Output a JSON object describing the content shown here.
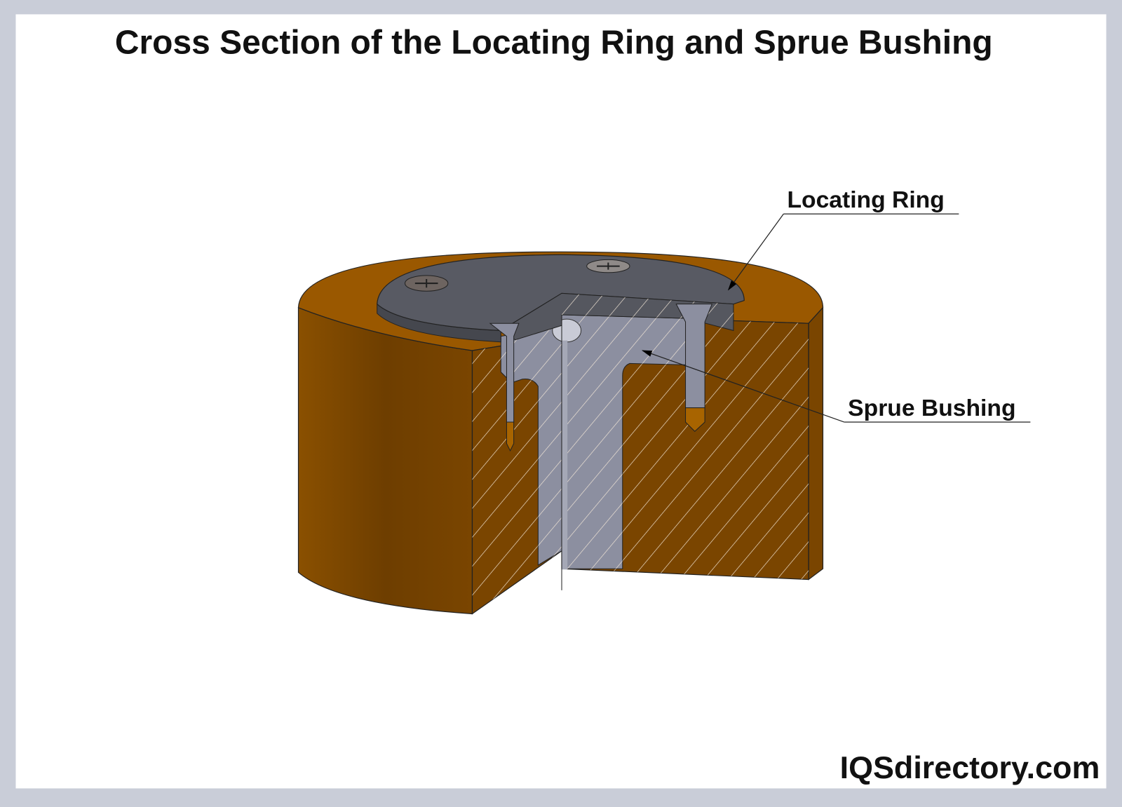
{
  "title": "Cross Section of the Locating Ring and Sprue Bushing",
  "labels": {
    "locating_ring": "Locating Ring",
    "sprue_bushing": "Sprue Bushing"
  },
  "brand": "IQSdirectory.com",
  "colors": {
    "frame": "#c9cdd8",
    "mold_brown": "#7a4500",
    "mold_top": "#9a5800",
    "ring_gray": "#55575f",
    "bushing_gray": "#8c8fa0"
  }
}
